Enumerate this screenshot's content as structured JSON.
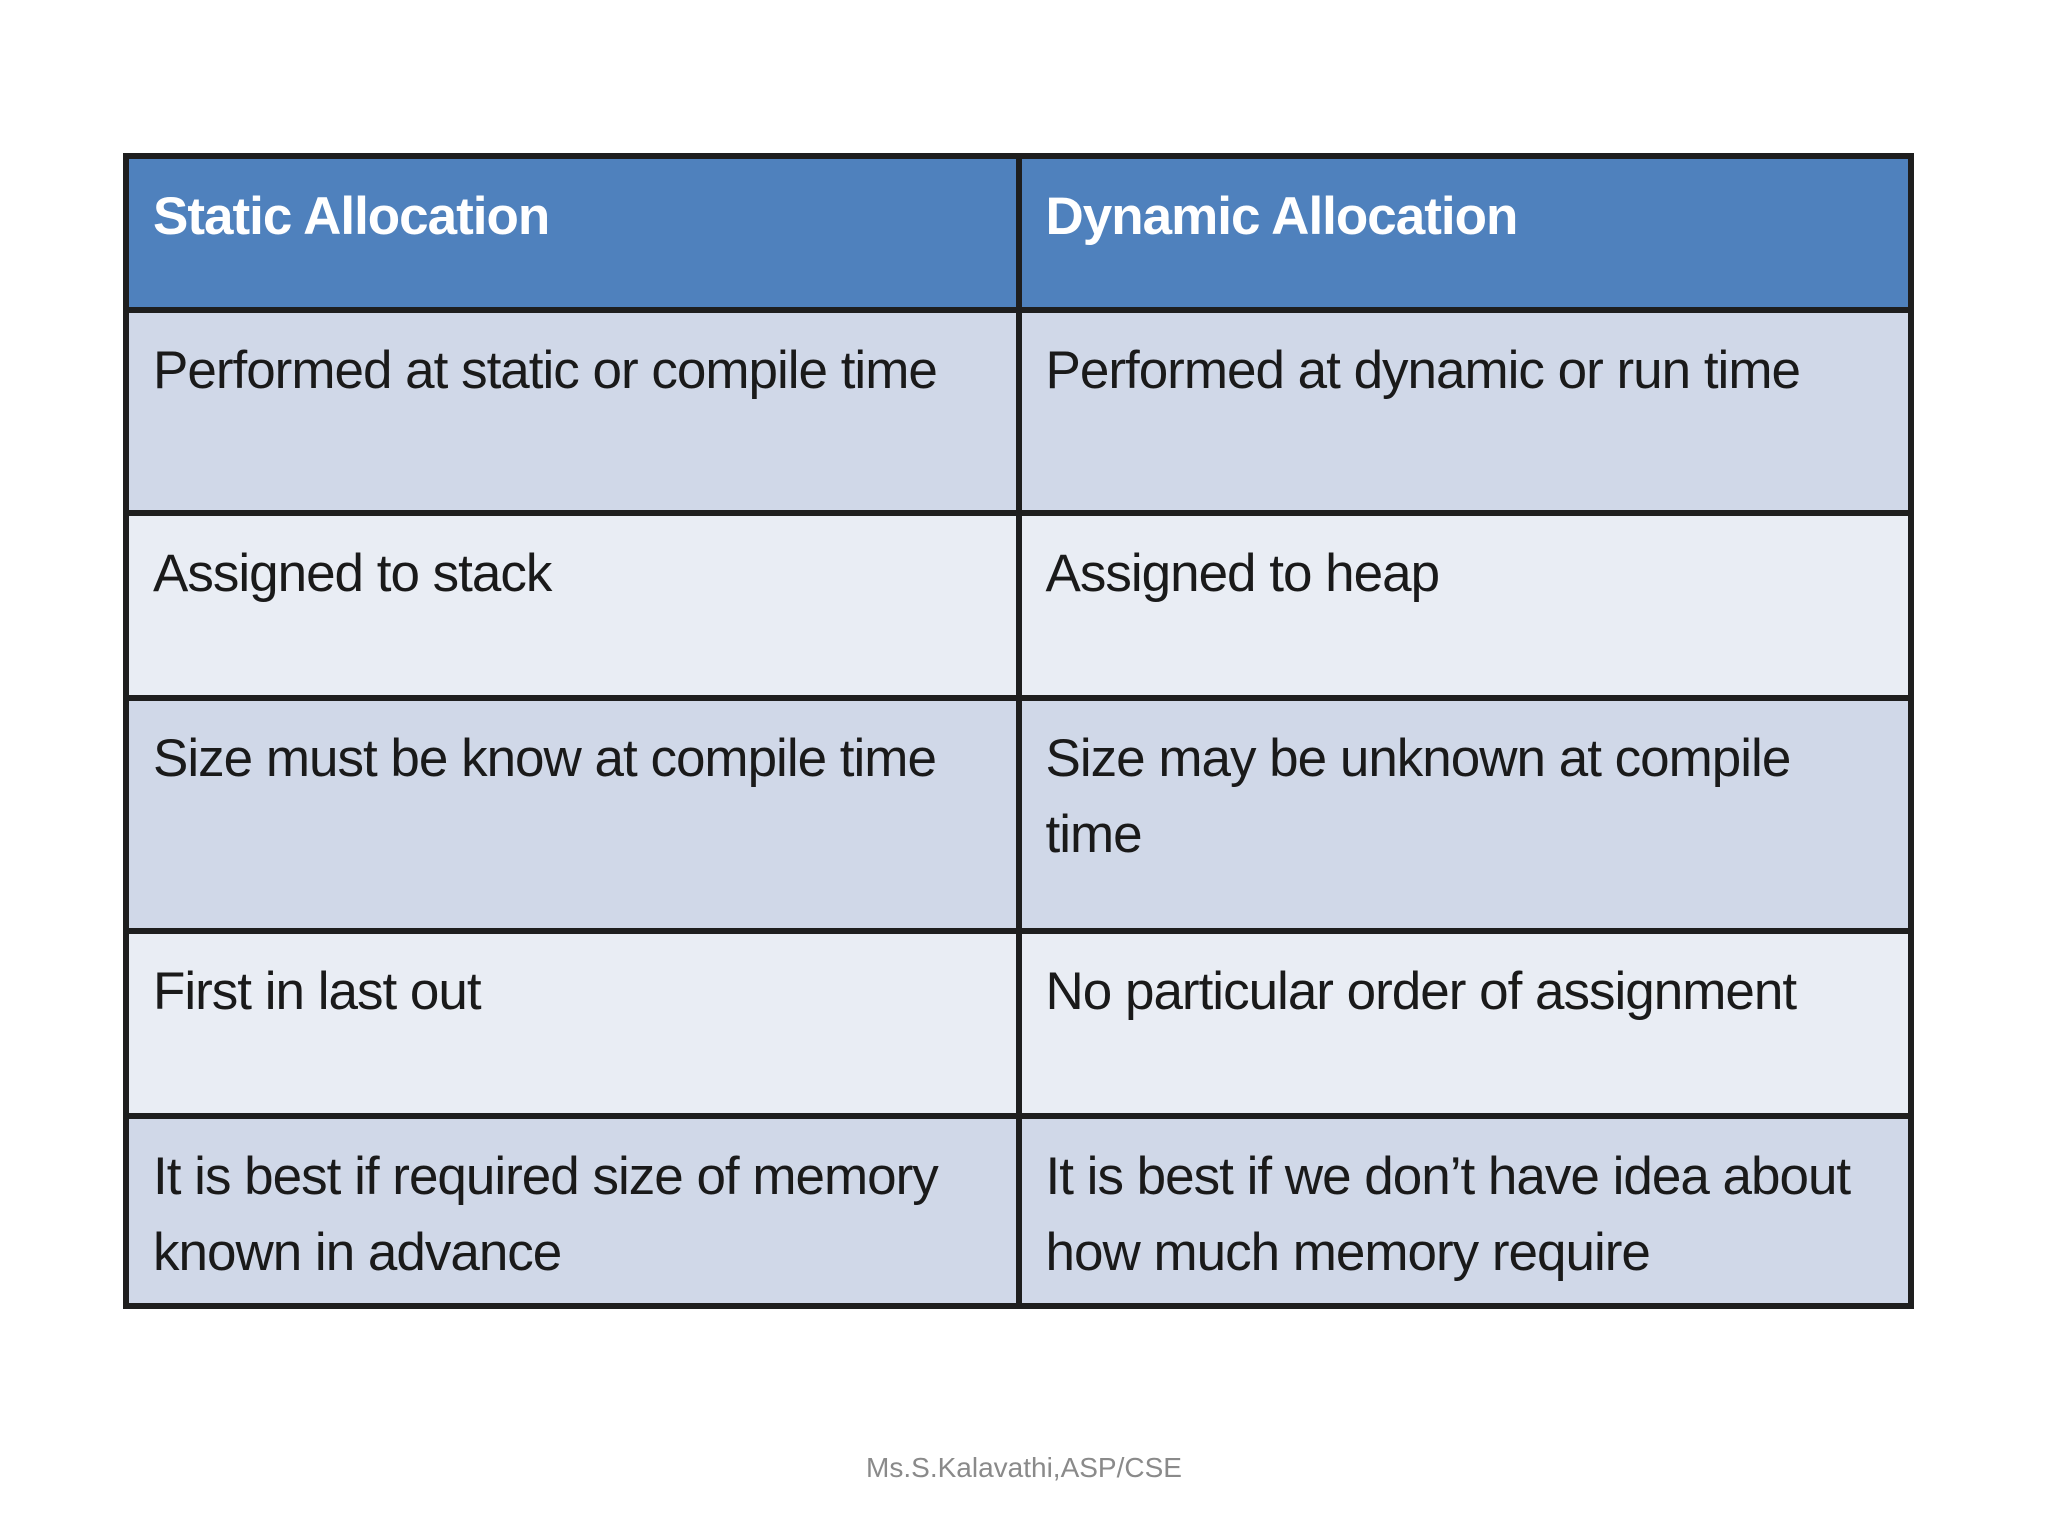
{
  "table": {
    "headers": [
      "Static Allocation",
      "Dynamic Allocation"
    ],
    "rows": [
      [
        "Performed at static or compile time",
        "Performed at dynamic or run time"
      ],
      [
        "Assigned to stack",
        "Assigned to heap"
      ],
      [
        "Size must be know at compile time",
        "Size may be unknown at compile time"
      ],
      [
        "First in last out",
        "No particular order of assignment"
      ],
      [
        "It is best if required size of memory known in advance",
        "It is best if we don’t have idea about how much memory require"
      ]
    ]
  },
  "footer": {
    "text": "Ms.S.Kalavathi,ASP/CSE"
  },
  "colors": {
    "header_bg": "#4f81bd",
    "row_dark_bg": "#d0d8e8",
    "row_light_bg": "#e9edf4",
    "border": "#1e1e1e"
  }
}
